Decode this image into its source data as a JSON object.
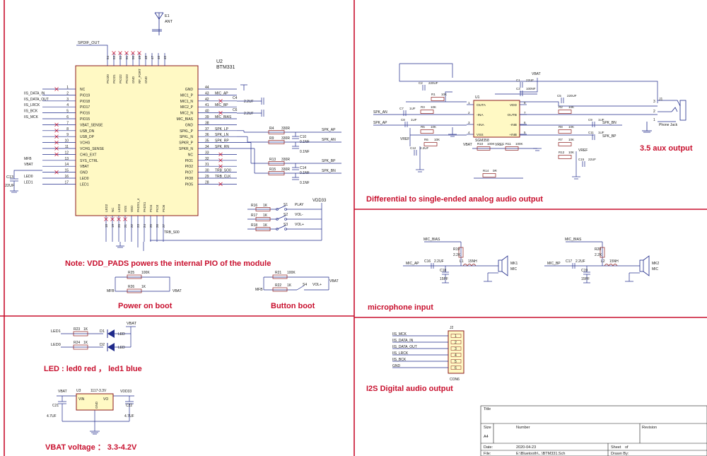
{
  "sections": {
    "aux_title": "3.5 aux output",
    "diff_title": "Differential to single-ended analog audio output",
    "mic_title": "microphone input",
    "i2s_title": "I2S Digital audio output",
    "note_vdd": "Note: VDD_PADS powers the internal PIO of the module",
    "power_on_boot": "Power on boot",
    "button_boot": "Button boot",
    "led_title": "LED : led0 red ， led1 blue",
    "vbat_title": "VBAT voltage ： 3.3-4.2V"
  },
  "module": {
    "ref": "U2",
    "part": "BTM331",
    "antenna_ref": "E1",
    "antenna_label": "ANT",
    "spdif_label": "SPDIF_OUT",
    "left_pins": [
      {
        "num": "1",
        "name": "NC",
        "net": ""
      },
      {
        "num": "2",
        "name": "PIO19",
        "net": "IIS_DATA_IN"
      },
      {
        "num": "3",
        "name": "PIO18",
        "net": "IIS_DATA_OUT"
      },
      {
        "num": "4",
        "name": "PIO17",
        "net": "IIS_LRCK"
      },
      {
        "num": "5",
        "name": "PIO16",
        "net": "IIS_BCK"
      },
      {
        "num": "6",
        "name": "PIO15",
        "net": "IIS_MCK"
      },
      {
        "num": "7",
        "name": "VBAT_SENSE",
        "net": ""
      },
      {
        "num": "8",
        "name": "USB_DN",
        "net": ""
      },
      {
        "num": "9",
        "name": "USB_DP",
        "net": ""
      },
      {
        "num": "10",
        "name": "VCHG",
        "net": ""
      },
      {
        "num": "11",
        "name": "VCHG_SENSE",
        "net": ""
      },
      {
        "num": "12",
        "name": "CHG_EXT",
        "net": ""
      },
      {
        "num": "13",
        "name": "SYS_CTRL",
        "net": "MFB"
      },
      {
        "num": "14",
        "name": "VBAT",
        "net": "VBAT"
      },
      {
        "num": "15",
        "name": "GND",
        "net": ""
      },
      {
        "num": "16",
        "name": "LED0",
        "net": "LED0"
      },
      {
        "num": "17",
        "name": "LED1",
        "net": "LED1"
      }
    ],
    "right_pins": [
      {
        "num": "44",
        "name": "GND",
        "net": ""
      },
      {
        "num": "43",
        "name": "MIC1_P",
        "net": "MIC_AP"
      },
      {
        "num": "42",
        "name": "MIC1_N",
        "net": ""
      },
      {
        "num": "41",
        "name": "MIC2_P",
        "net": "MIC_BP"
      },
      {
        "num": "40",
        "name": "MIC2_N",
        "net": ""
      },
      {
        "num": "39",
        "name": "MIC_BIAS",
        "net": "MIC_BIAS"
      },
      {
        "num": "38",
        "name": "GND",
        "net": ""
      },
      {
        "num": "37",
        "name": "SPKL_P",
        "net": "SPK_LP"
      },
      {
        "num": "36",
        "name": "SPKL_N",
        "net": "SPK_LN"
      },
      {
        "num": "35",
        "name": "SPKR_P",
        "net": "SPK_RP"
      },
      {
        "num": "34",
        "name": "SPKR_N",
        "net": "SPK_RN"
      },
      {
        "num": "33",
        "name": "NC",
        "net": ""
      },
      {
        "num": "32",
        "name": "PIO1",
        "net": ""
      },
      {
        "num": "31",
        "name": "PIO2",
        "net": ""
      },
      {
        "num": "30",
        "name": "PIO7",
        "net": "TRB_SO0"
      },
      {
        "num": "29",
        "name": "PIO8",
        "net": "TRB_CLK"
      },
      {
        "num": "28",
        "name": "PIO5",
        "net": ""
      }
    ],
    "top_pins": [
      "54",
      "53",
      "52",
      "51",
      "50",
      "49",
      "48",
      "47",
      "46",
      "45"
    ],
    "top_names": [
      "PIO20",
      "PIO21",
      "PIO22",
      "PIO23",
      "GND",
      "RF_PORT",
      "GND"
    ],
    "bottom_pins": [
      "18",
      "19",
      "20",
      "21",
      "22",
      "23",
      "24",
      "25",
      "26",
      "27"
    ],
    "bottom_names": [
      "LED2",
      "NC",
      "LED3",
      "VSS",
      "VDD",
      "PADS1_4",
      "PADS1",
      "PIO4",
      "PIO3",
      "PIO6"
    ],
    "trb_label": "TRB_S00"
  },
  "speaker_caps": [
    {
      "r": "R4",
      "rv": "330R",
      "c": "C10",
      "cv": "0.1NF",
      "net": "SPK_AP"
    },
    {
      "r": "R9",
      "rv": "330R",
      "c": "",
      "cv": "0.1NF",
      "net": "SPK_AN"
    },
    {
      "r": "R13",
      "rv": "330R",
      "c": "C14",
      "cv": "0.1NF",
      "net": "SPK_BP"
    },
    {
      "r": "R15",
      "rv": "330R",
      "c": "",
      "cv": "0.1NF",
      "net": "SPK_BN"
    }
  ],
  "mic_caps": [
    {
      "ref": "C4",
      "val": "2.2UF"
    },
    {
      "ref": "C6",
      "val": "2.2UF"
    }
  ],
  "buttons": [
    {
      "r": "R16",
      "rv": "1K",
      "s": "S1",
      "label": "PLAY"
    },
    {
      "r": "R17",
      "rv": "1K",
      "s": "S2",
      "label": "VOL-"
    },
    {
      "r": "R18",
      "rv": "1K",
      "s": "S3",
      "label": "VOL+"
    }
  ],
  "vdd33": "VDD33",
  "power_boot": {
    "r1": "R25",
    "r1v": "100K",
    "r2": "R26",
    "r2v": "1K",
    "mfb": "MFB",
    "vbat": "VBAT"
  },
  "button_boot": {
    "r1": "R21",
    "r1v": "100K",
    "r2": "R22",
    "r2v": "1K",
    "sw": "S4",
    "sw_label": "VOL+",
    "mfb": "MFB",
    "vbat": "VBAT"
  },
  "c13": {
    "ref": "C13",
    "val": "22UF"
  },
  "leds": [
    {
      "net": "LED1",
      "r": "R23",
      "rv": "1K",
      "d": "D1",
      "label": "LED"
    },
    {
      "net": "LED0",
      "r": "R24",
      "rv": "1K",
      "d": "D2",
      "label": "LED"
    }
  ],
  "led_vbat": "VBAT",
  "regulator": {
    "ref": "U3",
    "part": "1117-3.3V",
    "vin": "VIN",
    "vo": "VO",
    "gnd": "GND",
    "in_net": "VBAT",
    "out_net": "VDD33",
    "cin": "C21",
    "cin_v": "4.7UF",
    "cout": "C22",
    "cout_v": "4.7UF"
  },
  "amp": {
    "ref": "U1",
    "part": "SGM358",
    "left_pins": [
      {
        "num": "1",
        "name": "OUTA"
      },
      {
        "num": "2",
        "name": "-INA"
      },
      {
        "num": "3",
        "name": "+INA"
      },
      {
        "num": "4",
        "name": "VSS"
      }
    ],
    "right_pins": [
      {
        "num": "8",
        "name": "VDD"
      },
      {
        "num": "7",
        "name": "OUTB"
      },
      {
        "num": "6",
        "name": "-INB"
      },
      {
        "num": "5",
        "name": "+INB"
      }
    ],
    "inputs": [
      "SPK_AN",
      "SPK_AP",
      "SPK_BN",
      "SPK_BP"
    ],
    "parts": [
      "C2",
      "220UF",
      "R1",
      "10K",
      "C7",
      "1UF",
      "R3",
      "10K",
      "C8",
      "1UF",
      "R5",
      "10K",
      "R6",
      "10K",
      "C12",
      "2.2UF",
      "C1",
      "22UF",
      "C3",
      "100NF",
      "C5",
      "220UF",
      "R2",
      "10K",
      "C9",
      "1UF",
      "R8",
      "10K",
      "C11",
      "1UF",
      "R7",
      "10K",
      "R12",
      "10K",
      "C15",
      "22UF",
      "R10",
      "100K",
      "R11",
      "100K",
      "R14",
      "0R"
    ],
    "vbat": "VBAT",
    "vref": "VREF"
  },
  "jack": {
    "ref": "J1",
    "label": "Phone Jack",
    "pins": [
      "3",
      "2",
      "1"
    ]
  },
  "mics": [
    {
      "bias": "MIC_BIAS",
      "net": "MIC_AP",
      "r": "R19",
      "rv": "2.2K",
      "c": "C16",
      "cv": "2.2UF",
      "c2": "C18",
      "c2v": "15PF",
      "l": "L1",
      "lv": "15NH",
      "mk": "MK1",
      "mic": "MIC"
    },
    {
      "bias": "MIC_BIAS",
      "net": "MIC_BP",
      "r": "R20",
      "rv": "2.2K",
      "c": "C17",
      "cv": "2.2UF",
      "c2": "C19",
      "c2v": "15PF",
      "l": "L2",
      "lv": "15NH",
      "mk": "MK2",
      "mic": "MIC"
    }
  ],
  "i2s": {
    "ref": "J2",
    "part": "CON6",
    "nets": [
      "IIS_MCK",
      "IIS_DATA_IN",
      "IIS_DATA_OUT",
      "IIS_LRCK",
      "IIS_BCK",
      "GND"
    ],
    "pins": [
      "1",
      "2",
      "3",
      "4",
      "5",
      "6"
    ]
  },
  "title_block": {
    "title": "Title",
    "size": "Size",
    "size_val": "A4",
    "number": "Number",
    "revision": "Revision",
    "date": "Date:",
    "date_val": "2020-04-23",
    "file": "File:",
    "file_val": "E:\\Bluetooth\\...\\BTM331.Sch",
    "sheet": "Sheet",
    "of": "of",
    "drawn_by": "Drawn By:"
  },
  "colors": {
    "border": "#c8102e",
    "wire": "#1f2a8a",
    "part": "#8b1a1a",
    "text": "#1a1a1a"
  }
}
